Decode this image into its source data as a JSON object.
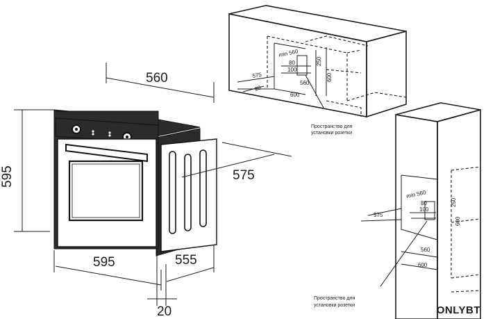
{
  "oven_dims": {
    "width_top": "560",
    "height_left": "595",
    "depth_right": "575",
    "width_bottom": "595",
    "depth_bottom": "555",
    "offset_bottom": "20"
  },
  "cabinet_top": {
    "min": "min 560",
    "d80": "80",
    "d100": "100",
    "d250": "250",
    "d600_v": "600",
    "d575": "575",
    "d560": "560",
    "d20": "20",
    "d600_h": "600",
    "note_line1": "Пространство для",
    "note_line2": "установки розетки"
  },
  "cabinet_tall": {
    "min": "min 560",
    "d80": "80",
    "d100": "100",
    "d250": "250",
    "d600_v": "600",
    "d575": "575",
    "d560": "560",
    "d600_h": "600",
    "note_line1": "Пространство для",
    "note_line2": "установки розетки"
  },
  "watermark": "ONLYBT"
}
